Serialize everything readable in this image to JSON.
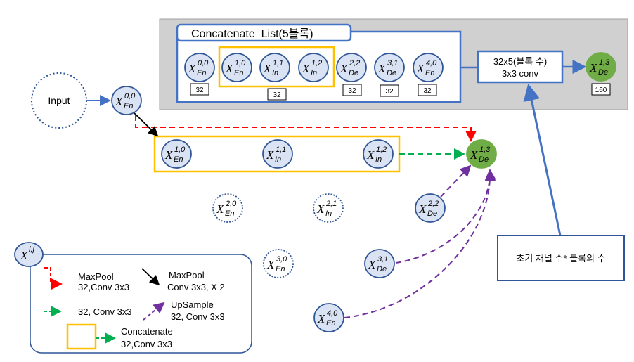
{
  "concat_list": {
    "title": "Concatenate_List(5블록)",
    "nodes": [
      {
        "sup": "0,0",
        "sub": "En",
        "badge": "32"
      },
      {
        "sup": "1,0",
        "sub": "En",
        "badge": ""
      },
      {
        "sup": "1,1",
        "sub": "In",
        "badge": "32"
      },
      {
        "sup": "1,2",
        "sub": "In",
        "badge": ""
      },
      {
        "sup": "2,2",
        "sub": "De",
        "badge": "32"
      },
      {
        "sup": "3,1",
        "sub": "De",
        "badge": "32"
      },
      {
        "sup": "4,0",
        "sub": "En",
        "badge": "32"
      }
    ]
  },
  "conv_box": {
    "line1": "32x5(블록 수)",
    "line2": "3x3 conv"
  },
  "output_node": {
    "sup": "1,3",
    "sub": "De",
    "badge": "160"
  },
  "input_node": {
    "label": "Input"
  },
  "nodes": {
    "x00": {
      "sup": "0,0",
      "sub": "En"
    },
    "x10": {
      "sup": "1,0",
      "sub": "En"
    },
    "x11": {
      "sup": "1,1",
      "sub": "In"
    },
    "x12": {
      "sup": "1,2",
      "sub": "In"
    },
    "x13": {
      "sup": "1,3",
      "sub": "De"
    },
    "x20": {
      "sup": "2,0",
      "sub": "En"
    },
    "x21": {
      "sup": "2,1",
      "sub": "In"
    },
    "x22": {
      "sup": "2,2",
      "sub": "De"
    },
    "x30": {
      "sup": "3,0",
      "sub": "En"
    },
    "x31": {
      "sup": "3,1",
      "sub": "De"
    },
    "x40": {
      "sup": "4,0",
      "sub": "En"
    }
  },
  "note_box": {
    "text": "초기 채널 수* 블록의 수"
  },
  "legend": {
    "symbol": "X",
    "symbol_sup": "i,j",
    "maxpool_red_1": "MaxPool",
    "maxpool_red_2": "32,Conv 3x3",
    "maxpool_black_1": "MaxPool",
    "maxpool_black_2": "Conv 3x3, X 2",
    "green": "32, Conv 3x3",
    "upsample_1": "UpSample",
    "upsample_2": "32, Conv 3x3",
    "concat_1": "Concatenate",
    "concat_2": "32,Conv 3x3"
  },
  "colors": {
    "node_fill": "#dae3f3",
    "node_stroke": "#2f5597",
    "green_node": "#70ad47",
    "panel_gray": "#d0d0d0",
    "blue_box": "#4472c4",
    "gold_box": "#ffc000",
    "red_arrow": "#ff0000",
    "green_arrow": "#00b050",
    "purple_arrow": "#7030a0"
  }
}
